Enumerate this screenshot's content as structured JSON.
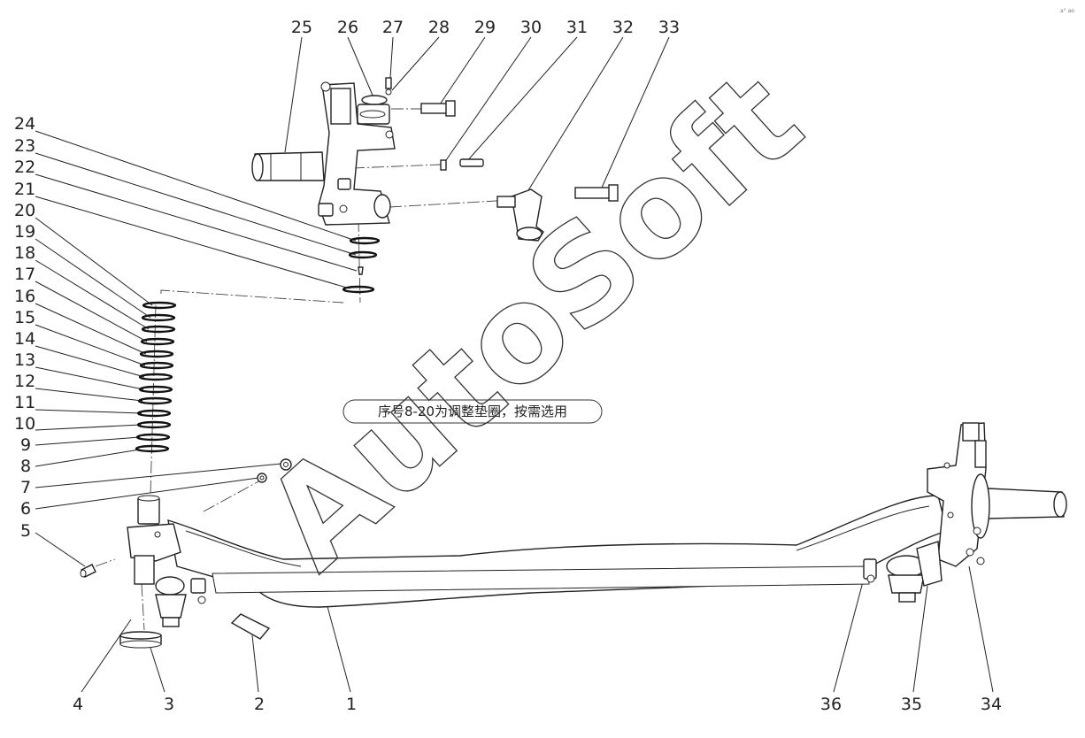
{
  "callouts": {
    "top": [
      "25",
      "26",
      "27",
      "28",
      "29",
      "30",
      "31",
      "32",
      "33"
    ],
    "left": [
      "24",
      "23",
      "22",
      "21",
      "20",
      "19",
      "18",
      "17",
      "16",
      "15",
      "14",
      "13",
      "12",
      "11",
      "10",
      "9",
      "8",
      "7",
      "6",
      "5"
    ],
    "bottom": [
      "4",
      "3",
      "2",
      "1",
      "36",
      "35",
      "34"
    ]
  },
  "note": "序号8-20为调整垫圈，按需选用",
  "watermark": "AutoSoft",
  "corner_mark": "a° ao"
}
